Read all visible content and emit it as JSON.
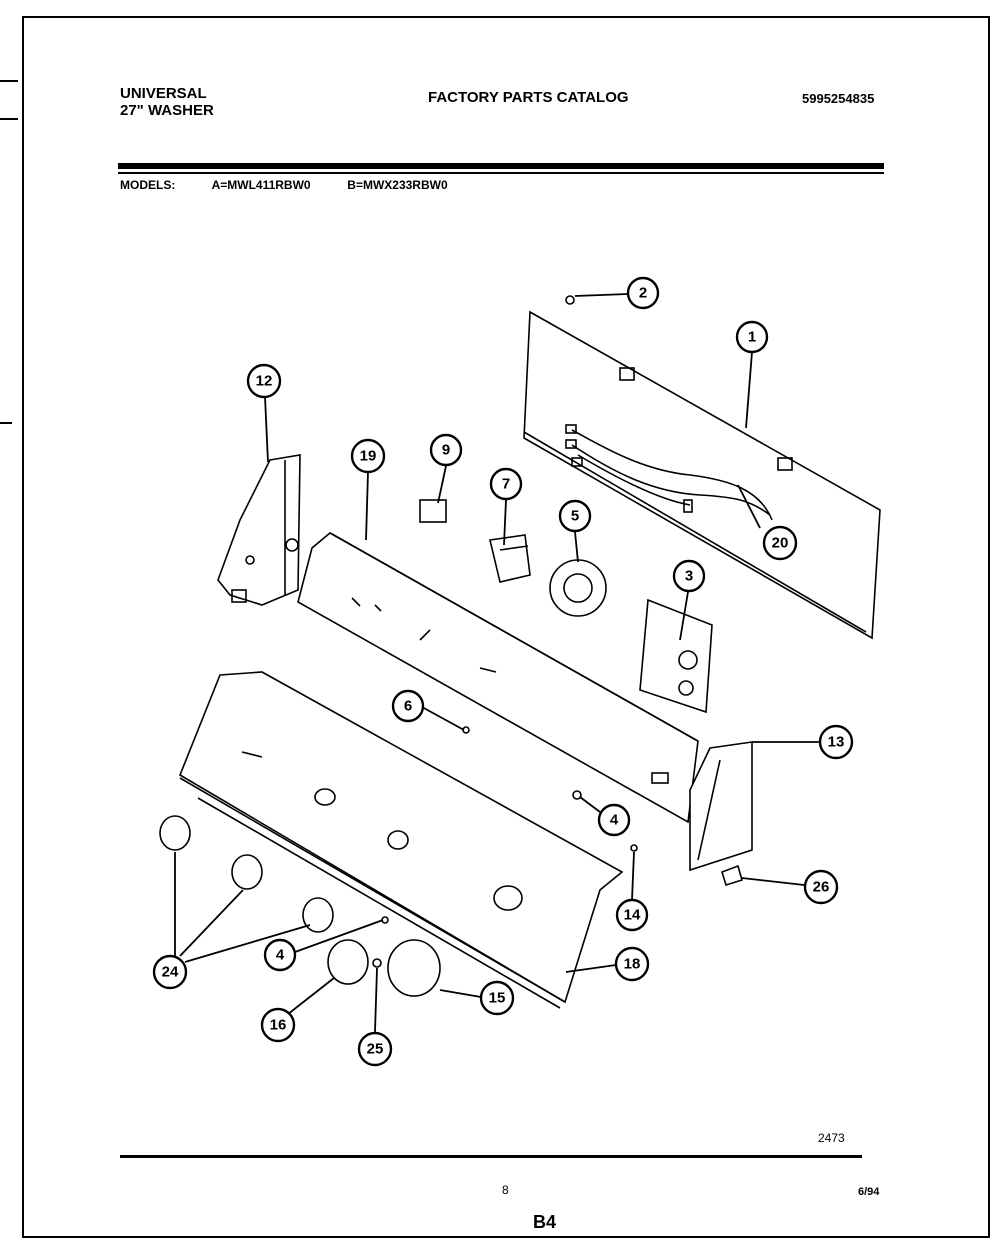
{
  "header": {
    "brand": "UNIVERSAL",
    "product": "27\" WASHER",
    "title": "FACTORY PARTS CATALOG",
    "catalog_number": "5995254835"
  },
  "models": {
    "label": "MODELS:",
    "a": "A=MWL411RBW0",
    "b": "B=MWX233RBW0"
  },
  "footer": {
    "drawing_code": "2473",
    "page": "8",
    "date": "6/94",
    "section": "B4"
  },
  "callouts": {
    "c1": "1",
    "c2": "2",
    "c3": "3",
    "c4a": "4",
    "c4b": "4",
    "c5": "5",
    "c6": "6",
    "c7": "7",
    "c9": "9",
    "c12": "12",
    "c13": "13",
    "c14": "14",
    "c15": "15",
    "c16": "16",
    "c18": "18",
    "c19": "19",
    "c20": "20",
    "c24": "24",
    "c25": "25",
    "c26": "26"
  }
}
